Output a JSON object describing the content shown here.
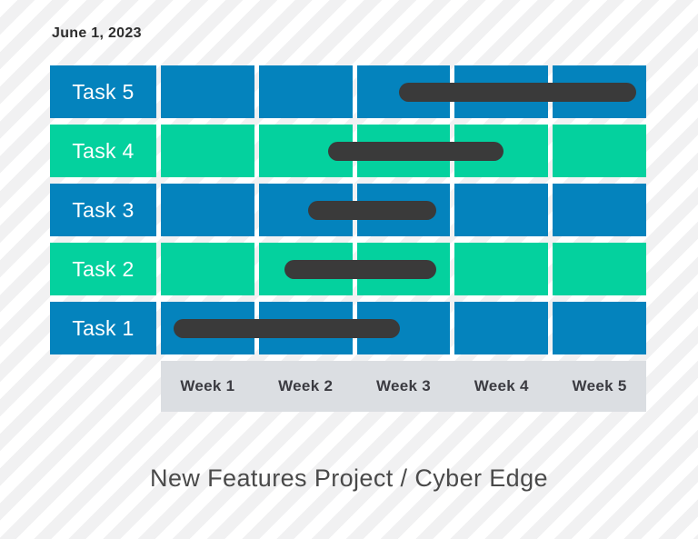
{
  "page": {
    "date_label": "June 1, 2023",
    "title": "New Features Project / Cyber Edge"
  },
  "chart_data": {
    "type": "gantt",
    "title": "New Features Project / Cyber Edge",
    "date_annotation": "June 1, 2023",
    "x_axis": {
      "unit": "weeks",
      "tick_labels": [
        "Week 1",
        "Week 2",
        "Week 3",
        "Week 4",
        "Week 5"
      ],
      "range_weeks": [
        0,
        5
      ],
      "grid": "white gaps between colored cells",
      "axis_position": "bottom"
    },
    "legend": "none",
    "tasks": [
      {
        "label": "Task 5",
        "row_color": "blue",
        "start_week": 2.45,
        "end_week": 4.9
      },
      {
        "label": "Task 4",
        "row_color": "green",
        "start_week": 1.72,
        "end_week": 3.53
      },
      {
        "label": "Task 3",
        "row_color": "blue",
        "start_week": 1.52,
        "end_week": 2.84
      },
      {
        "label": "Task 2",
        "row_color": "green",
        "start_week": 1.27,
        "end_week": 2.84
      },
      {
        "label": "Task 1",
        "row_color": "blue",
        "start_week": 0.13,
        "end_week": 2.46
      }
    ]
  },
  "colors": {
    "blue_row": "#0483bd",
    "green_row": "#04d19e",
    "bar": "#3a3a3a",
    "axis_bg": "#dbdee2",
    "stripe": "#f1f1f2",
    "date_text": "#2d2d2d",
    "week_text": "#3b3b41",
    "title_text": "#4a4a4a"
  }
}
